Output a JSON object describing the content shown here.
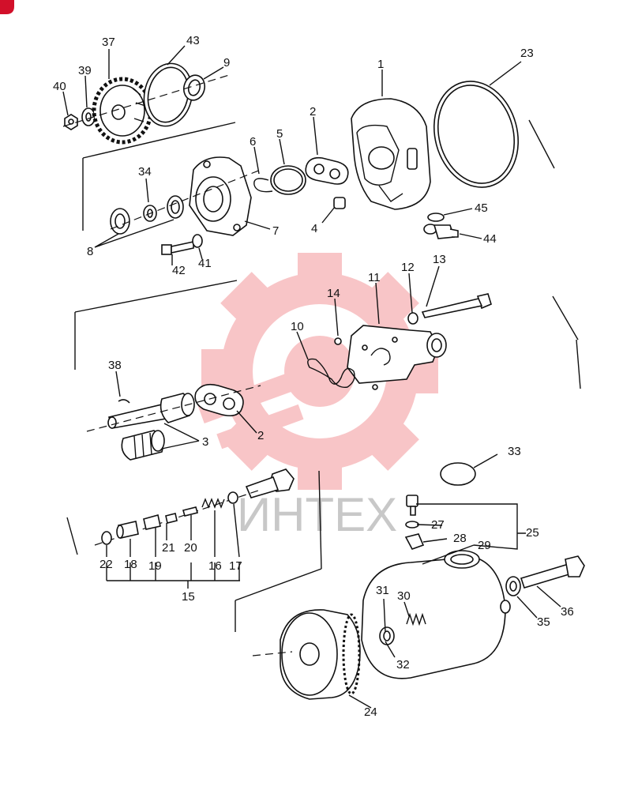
{
  "watermark": {
    "text": "ИНТЕХ",
    "color": "#e8333a"
  },
  "corner_badge": {
    "color": "#d2102a"
  },
  "labels": [
    "1",
    "2",
    "2",
    "3",
    "4",
    "5",
    "6",
    "7",
    "8",
    "9",
    "10",
    "11",
    "12",
    "13",
    "14",
    "15",
    "16",
    "17",
    "18",
    "19",
    "20",
    "21",
    "22",
    "23",
    "24",
    "25",
    "27",
    "28",
    "29",
    "30",
    "31",
    "32",
    "33",
    "34",
    "35",
    "36",
    "37",
    "38",
    "39",
    "40",
    "41",
    "42",
    "43",
    "44",
    "45"
  ]
}
